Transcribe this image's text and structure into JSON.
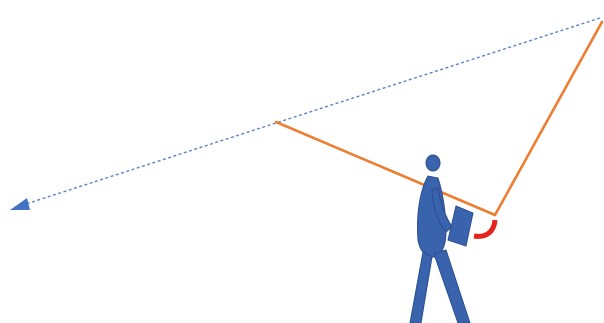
{
  "diagram": {
    "colors": {
      "background": "#ffffff",
      "dashed_line": "#5b83c9",
      "arrowhead": "#4472c4",
      "triangle_lines": "#ed7d31",
      "angle_arc": "#e3241b",
      "person": "#3a63ad"
    },
    "elements": [
      "dashed-arrow-line",
      "orange-triangle",
      "angle-marker",
      "person-figure-icon"
    ]
  }
}
